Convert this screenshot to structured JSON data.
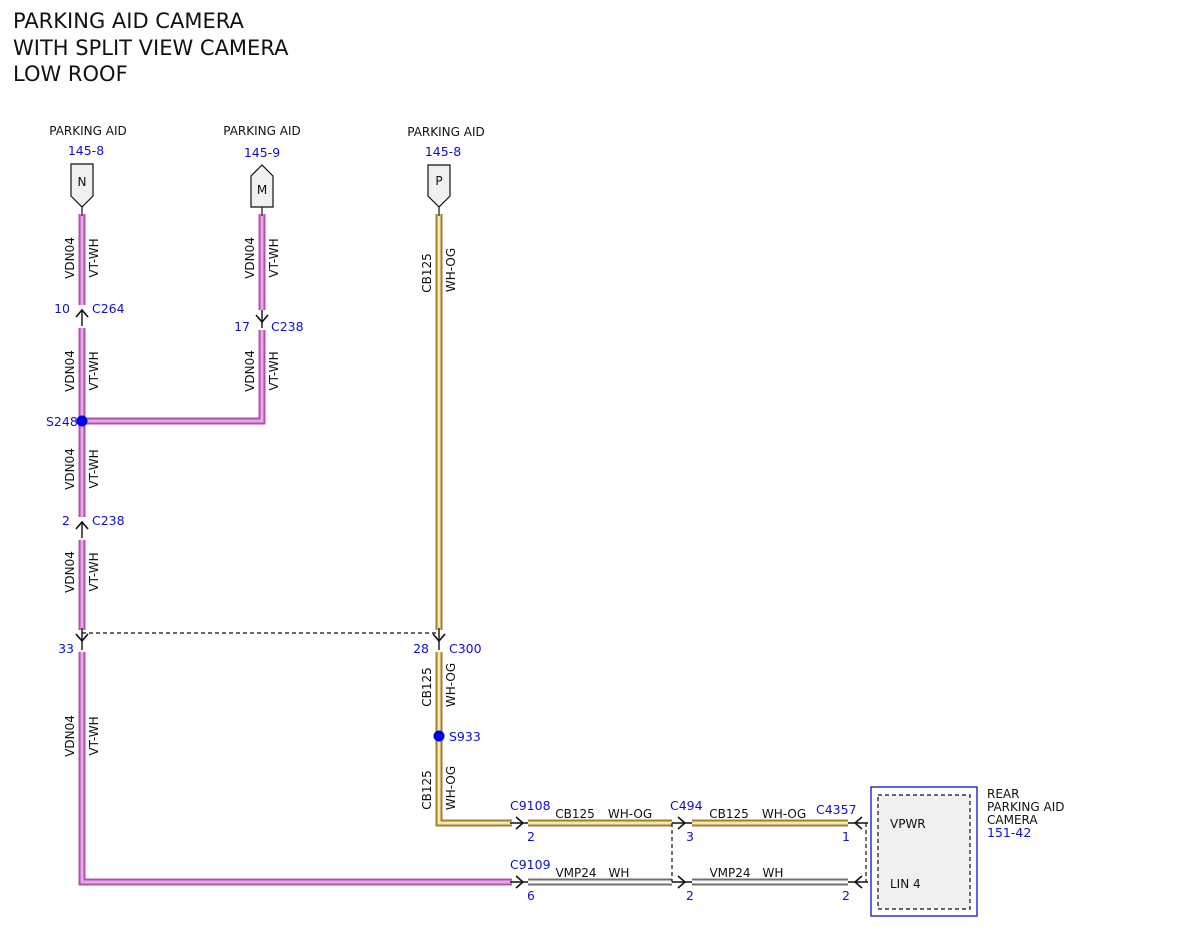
{
  "title": {
    "line1": "PARKING AID CAMERA",
    "line2": "WITH SPLIT VIEW CAMERA",
    "line3": "LOW ROOF"
  },
  "colors": {
    "violet_white": "#d98fd9",
    "white_orange": "#e8c56a",
    "white": "#f2f2f2",
    "splice": "#0000ee",
    "ref_text": "#1010d0",
    "module_border": "#2020d0",
    "module_fill": "#f0f0f0"
  },
  "sources": {
    "n": {
      "label": "PARKING AID",
      "ref": "145-8",
      "pin": "N"
    },
    "m": {
      "label": "PARKING AID",
      "ref": "145-9",
      "pin": "M"
    },
    "p": {
      "label": "PARKING AID",
      "ref": "145-8",
      "pin": "P"
    }
  },
  "wires": {
    "vdn04": {
      "circuit": "VDN04",
      "color": "VT-WH"
    },
    "cb125": {
      "circuit": "CB125",
      "color": "WH-OG"
    },
    "vmp24": {
      "circuit": "VMP24",
      "color": "WH"
    }
  },
  "connectors": {
    "c264": {
      "name": "C264",
      "pin": "10"
    },
    "c238_top": {
      "name": "C238",
      "pin": "17"
    },
    "c238_bottom": {
      "name": "C238",
      "pin": "2"
    },
    "c300_left": {
      "pin": "33"
    },
    "c300_right": {
      "name": "C300",
      "pin": "28"
    },
    "c9108": {
      "name": "C9108",
      "pin": "2"
    },
    "c9109": {
      "name": "C9109",
      "pin": "6"
    },
    "c494_top": {
      "name": "C494",
      "pin": "3"
    },
    "c494_bottom": {
      "pin": "2"
    },
    "c4357_top": {
      "name": "C4357",
      "pin": "1"
    },
    "c4357_bottom": {
      "pin": "2"
    }
  },
  "splices": {
    "s248": "S248",
    "s933": "S933"
  },
  "module": {
    "label_line1": "REAR",
    "label_line2": "PARKING AID",
    "label_line3": "CAMERA",
    "ref": "151-42",
    "pin_vpwr": "VPWR",
    "pin_lin": "LIN 4"
  }
}
